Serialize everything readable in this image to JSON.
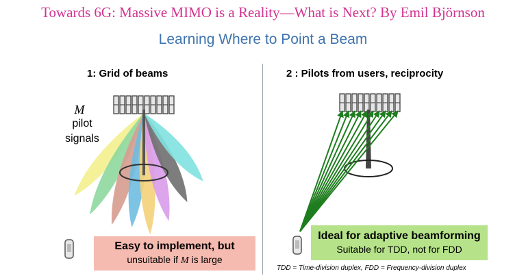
{
  "header": {
    "text": "Towards 6G: Massive MIMO is a Reality—What is Next? By Emil Björnson"
  },
  "slide": {
    "title": "Learning Where to Point a Beam"
  },
  "left_panel": {
    "heading": "1: Grid of beams",
    "pilot_var": "M",
    "pilot_line1": "pilot",
    "pilot_line2": "signals",
    "box": {
      "line1": "Easy to implement, but",
      "line2_prefix": "unsuitable if ",
      "line2_var": "M",
      "line2_suffix": " is large"
    },
    "beam_colors": [
      "#f3f08e",
      "#8ed89e",
      "#d79c8f",
      "#6fbde0",
      "#f4d27a",
      "#d99bea",
      "#6f6f6f",
      "#7fe2e0"
    ]
  },
  "right_panel": {
    "heading": "2 : Pilots from users, reciprocity",
    "box": {
      "line1": "Ideal for adaptive beamforming",
      "line2": "Suitable for TDD, not for FDD"
    },
    "arrow_color": "#1e7d1e",
    "footnote": "TDD = Time-division duplex, FDD = Frequency-division duplex"
  }
}
